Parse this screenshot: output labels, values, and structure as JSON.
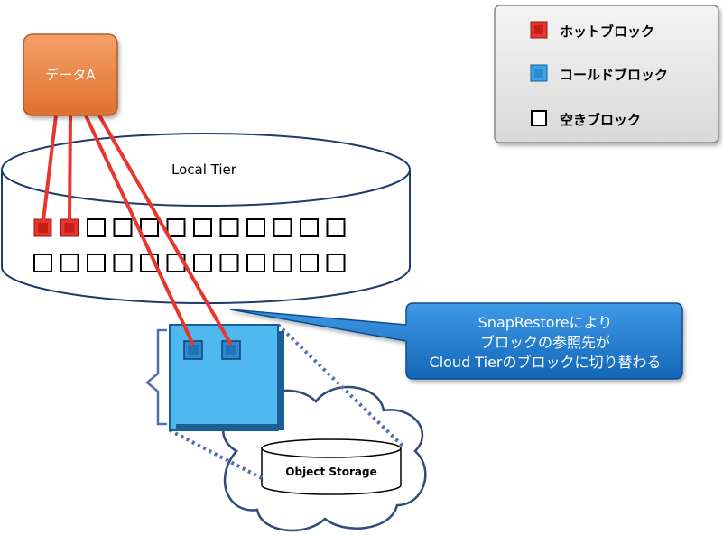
{
  "data_box": {
    "label": "データA"
  },
  "local_tier": {
    "label": "Local Tier"
  },
  "object_storage": {
    "label": "Object Storage"
  },
  "legend": {
    "items": [
      {
        "label": "ホットブロック",
        "color": "#e8352d"
      },
      {
        "label": "コールドブロック",
        "color": "#3aa6e8"
      },
      {
        "label": "空きブロック",
        "color": "#ffffff"
      }
    ]
  },
  "callout": {
    "lines": [
      "SnapRestoreにより",
      "ブロックの参照先が",
      "Cloud Tierのブロックに切り替わる"
    ]
  },
  "colors": {
    "hot": "#e8352d",
    "cold": "#3aa6e8",
    "data_box": "#f08a4b",
    "callout": "#1f7fd0",
    "dotted": "#4f6fb0"
  }
}
